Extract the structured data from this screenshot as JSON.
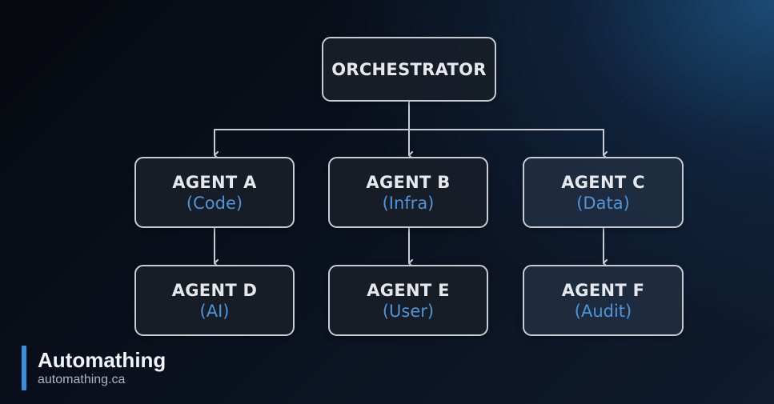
{
  "diagram": {
    "root": {
      "title": "ORCHESTRATOR"
    },
    "agents": [
      {
        "title": "AGENT A",
        "subtitle": "(Code)"
      },
      {
        "title": "AGENT B",
        "subtitle": "(Infra)"
      },
      {
        "title": "AGENT C",
        "subtitle": "(Data)"
      },
      {
        "title": "AGENT D",
        "subtitle": "(AI)"
      },
      {
        "title": "AGENT E",
        "subtitle": "(User)"
      },
      {
        "title": "AGENT F",
        "subtitle": "(Audit)"
      }
    ]
  },
  "brand": {
    "name": "Automathing",
    "url": "automathing.ca",
    "accent_color": "#3a8ee0"
  },
  "colors": {
    "node_border": "#c8ccd2",
    "node_title": "#e6e8ec",
    "node_subtitle": "#4d95d8",
    "connector": "#c8ccd2"
  }
}
